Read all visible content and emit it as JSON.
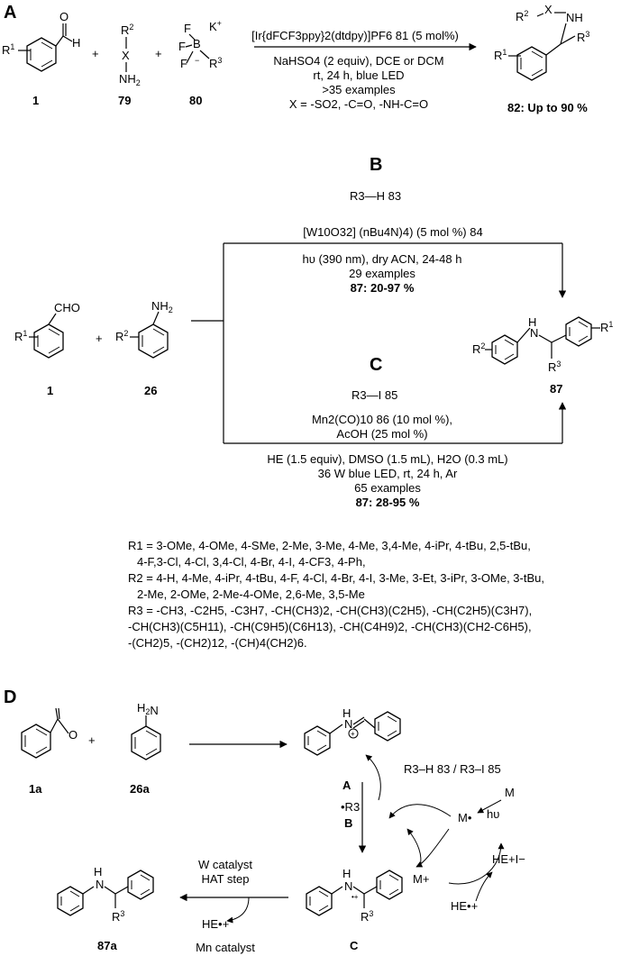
{
  "panel_a": {
    "letter": "A",
    "reactant_1_id": "1",
    "reactant_79_id": "79",
    "reactant_80_id": "80",
    "catalyst_line": "[Ir{dFCF3ppy}2(dtdpy)]PF6 81 (5 mol%)",
    "cond_1": "NaHSO4 (2 equiv), DCE or DCM",
    "cond_2": "rt, 24 h, blue LED",
    "cond_3": ">35 examples",
    "cond_4": "X = -SO2, -C=O, -NH-C=O",
    "product_label": "82: Up to 90 %"
  },
  "panel_b": {
    "letter": "B",
    "reagent": "R3—H  83",
    "catalyst": "[W10O32] (nBu4N)4) (5 mol %) 84",
    "cond_1": "hυ (390 nm), dry ACN, 24-48 h",
    "cond_2": "29 examples",
    "cond_3": "87: 20-97 %"
  },
  "panel_c": {
    "letter": "C",
    "reagent": "R3—I  85",
    "catalyst_1": "Mn2(CO)10 86 (10 mol %),",
    "catalyst_2": "AcOH (25 mol %)",
    "cond_1": "HE (1.5 equiv), DMSO (1.5 mL), H2O (0.3 mL)",
    "cond_2": "36 W blue LED, rt, 24 h, Ar",
    "cond_3": "65 examples",
    "cond_4": "87: 28-95 %"
  },
  "shared": {
    "aldehyde_id": "1",
    "aniline_id": "26",
    "product_id": "87",
    "cho": "CHO",
    "nh2": "NH2"
  },
  "substituents": {
    "r1_a": "R1 = 3-OMe, 4-OMe, 4-SMe, 2-Me, 3-Me, 4-Me, 3,4-Me, 4-iPr, 4-tBu, 2,5-tBu,",
    "r1_b": "4-F,3-Cl, 4-Cl, 3,4-Cl, 4-Br, 4-I,  4-CF3, 4-Ph,",
    "r2_a": "R2 = 4-H, 4-Me, 4-iPr, 4-tBu, 4-F, 4-Cl, 4-Br, 4-I, 3-Me, 3-Et, 3-iPr, 3-OMe, 3-tBu,",
    "r2_b": "2-Me, 2-OMe, 2-Me-4-OMe, 2,6-Me, 3,5-Me",
    "r3_a": "R3 = -CH3, -C2H5, -C3H7, -CH(CH3)2, -CH(CH3)(C2H5), -CH(C2H5)(C3H7),",
    "r3_b": "-CH(CH3)(C5H11), -CH(C9H5)(C6H13), -CH(C4H9)2, -CH(CH3)(CH2-C6H5),",
    "r3_c": "-(CH2)5, -(CH2)12, -(CH)4(CH2)6."
  },
  "panel_d": {
    "letter": "D",
    "benzaldehyde_id": "1a",
    "aniline_id": "26a",
    "intermediate_a": "A",
    "radical_b": "B",
    "intermediate_c": "C",
    "product_id": "87a",
    "r3_sources": "R3–H 83 / R3–I 85",
    "metal": "M",
    "metal_radical": "M•",
    "metal_cation": "M+",
    "hv": "hυ",
    "hei": "HE+I−",
    "he_radical": "HE•+",
    "he_lower": "HE•+",
    "w_cat_1": "W catalyst",
    "w_cat_2": "HAT step",
    "mn_cat": "Mn catalyst",
    "r3_radical": "•R3"
  }
}
